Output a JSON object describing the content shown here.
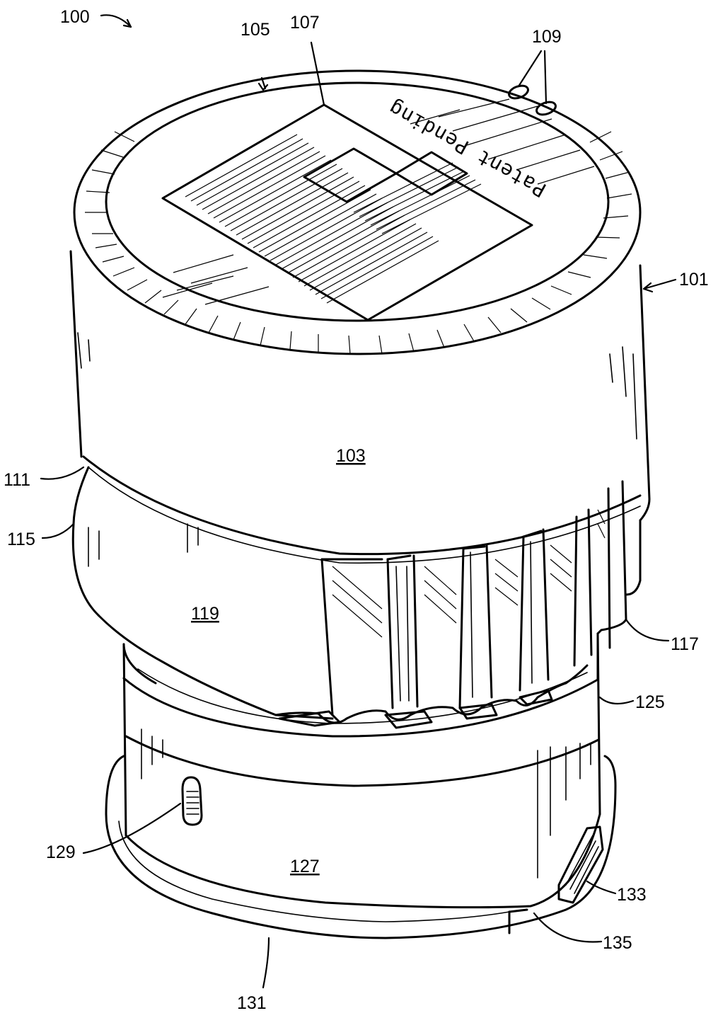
{
  "figure": {
    "assembly_ref": "100",
    "labels": {
      "l101": "101",
      "l105": "105",
      "l107": "107",
      "l109": "109",
      "l111": "111",
      "l115": "115",
      "l117": "117",
      "l125": "125",
      "l129": "129",
      "l131": "131",
      "l133": "133",
      "l135": "135"
    },
    "part_labels": {
      "p103": "103",
      "p119": "119",
      "p127": "127"
    },
    "cap_marking": "Patent Pending"
  }
}
